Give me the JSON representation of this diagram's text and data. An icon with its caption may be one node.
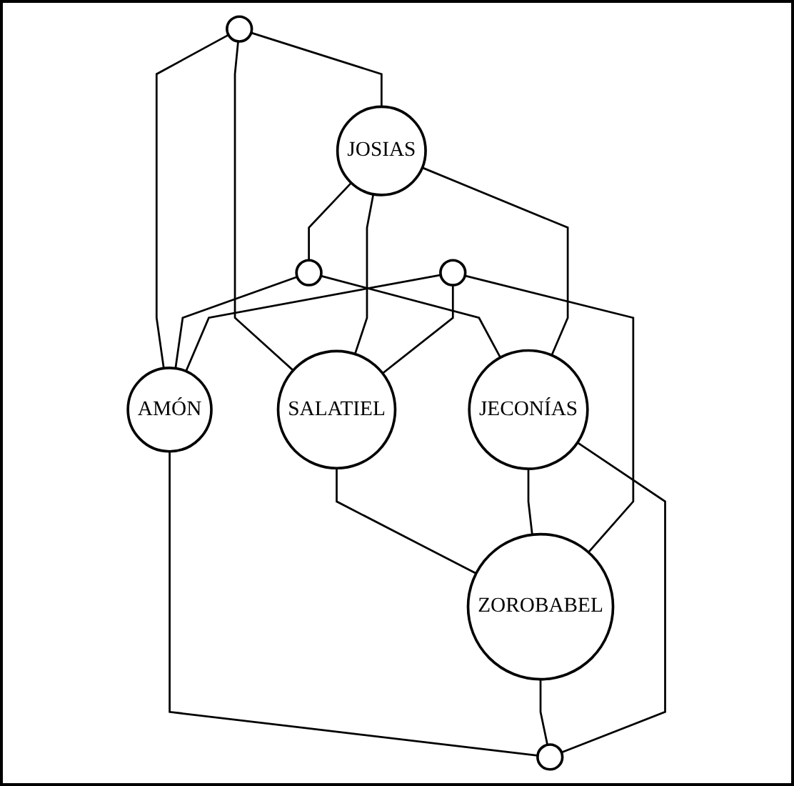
{
  "diagram": {
    "nodes": [
      {
        "text": [],
        "shape": "circle"
      },
      {
        "text": [
          "JOSIAS"
        ]
      },
      {
        "text": [],
        "shape": "circle"
      },
      {
        "text": [
          "SALATIEL"
        ]
      },
      {
        "text": [
          "AMÓN"
        ]
      },
      {
        "text": [
          "JECONÍAS"
        ]
      },
      {
        "text": [
          "ZOROBABEL"
        ]
      },
      {
        "text": [],
        "shape": "circle"
      },
      {
        "text": [],
        "shape": "circle"
      }
    ],
    "edges": [
      {
        "from": 0,
        "to": 1,
        "arrow": "none"
      },
      {
        "from": 1,
        "to": 2,
        "arrow": "none"
      },
      {
        "from": 0,
        "to": 3,
        "arrow": "none"
      },
      {
        "from": 0,
        "to": 4,
        "arrow": "none"
      },
      {
        "from": 2,
        "to": 4,
        "arrow": "none"
      },
      {
        "from": 2,
        "to": 5,
        "arrow": "none"
      },
      {
        "from": 1,
        "to": 3,
        "arrow": "none"
      },
      {
        "from": 1,
        "to": 5,
        "arrow": "none"
      },
      {
        "from": 3,
        "to": 6,
        "arrow": "none"
      },
      {
        "from": 5,
        "to": 6,
        "arrow": "none"
      },
      {
        "from": 7,
        "to": 3,
        "arrow": "none"
      },
      {
        "from": 7,
        "to": 4,
        "arrow": "none"
      },
      {
        "from": 7,
        "to": 6,
        "arrow": "none"
      },
      {
        "from": 4,
        "to": 8,
        "arrow": "none"
      },
      {
        "from": 6,
        "to": 8,
        "arrow": "none"
      },
      {
        "from": 5,
        "to": 8,
        "arrow": "none"
      }
    ]
  }
}
